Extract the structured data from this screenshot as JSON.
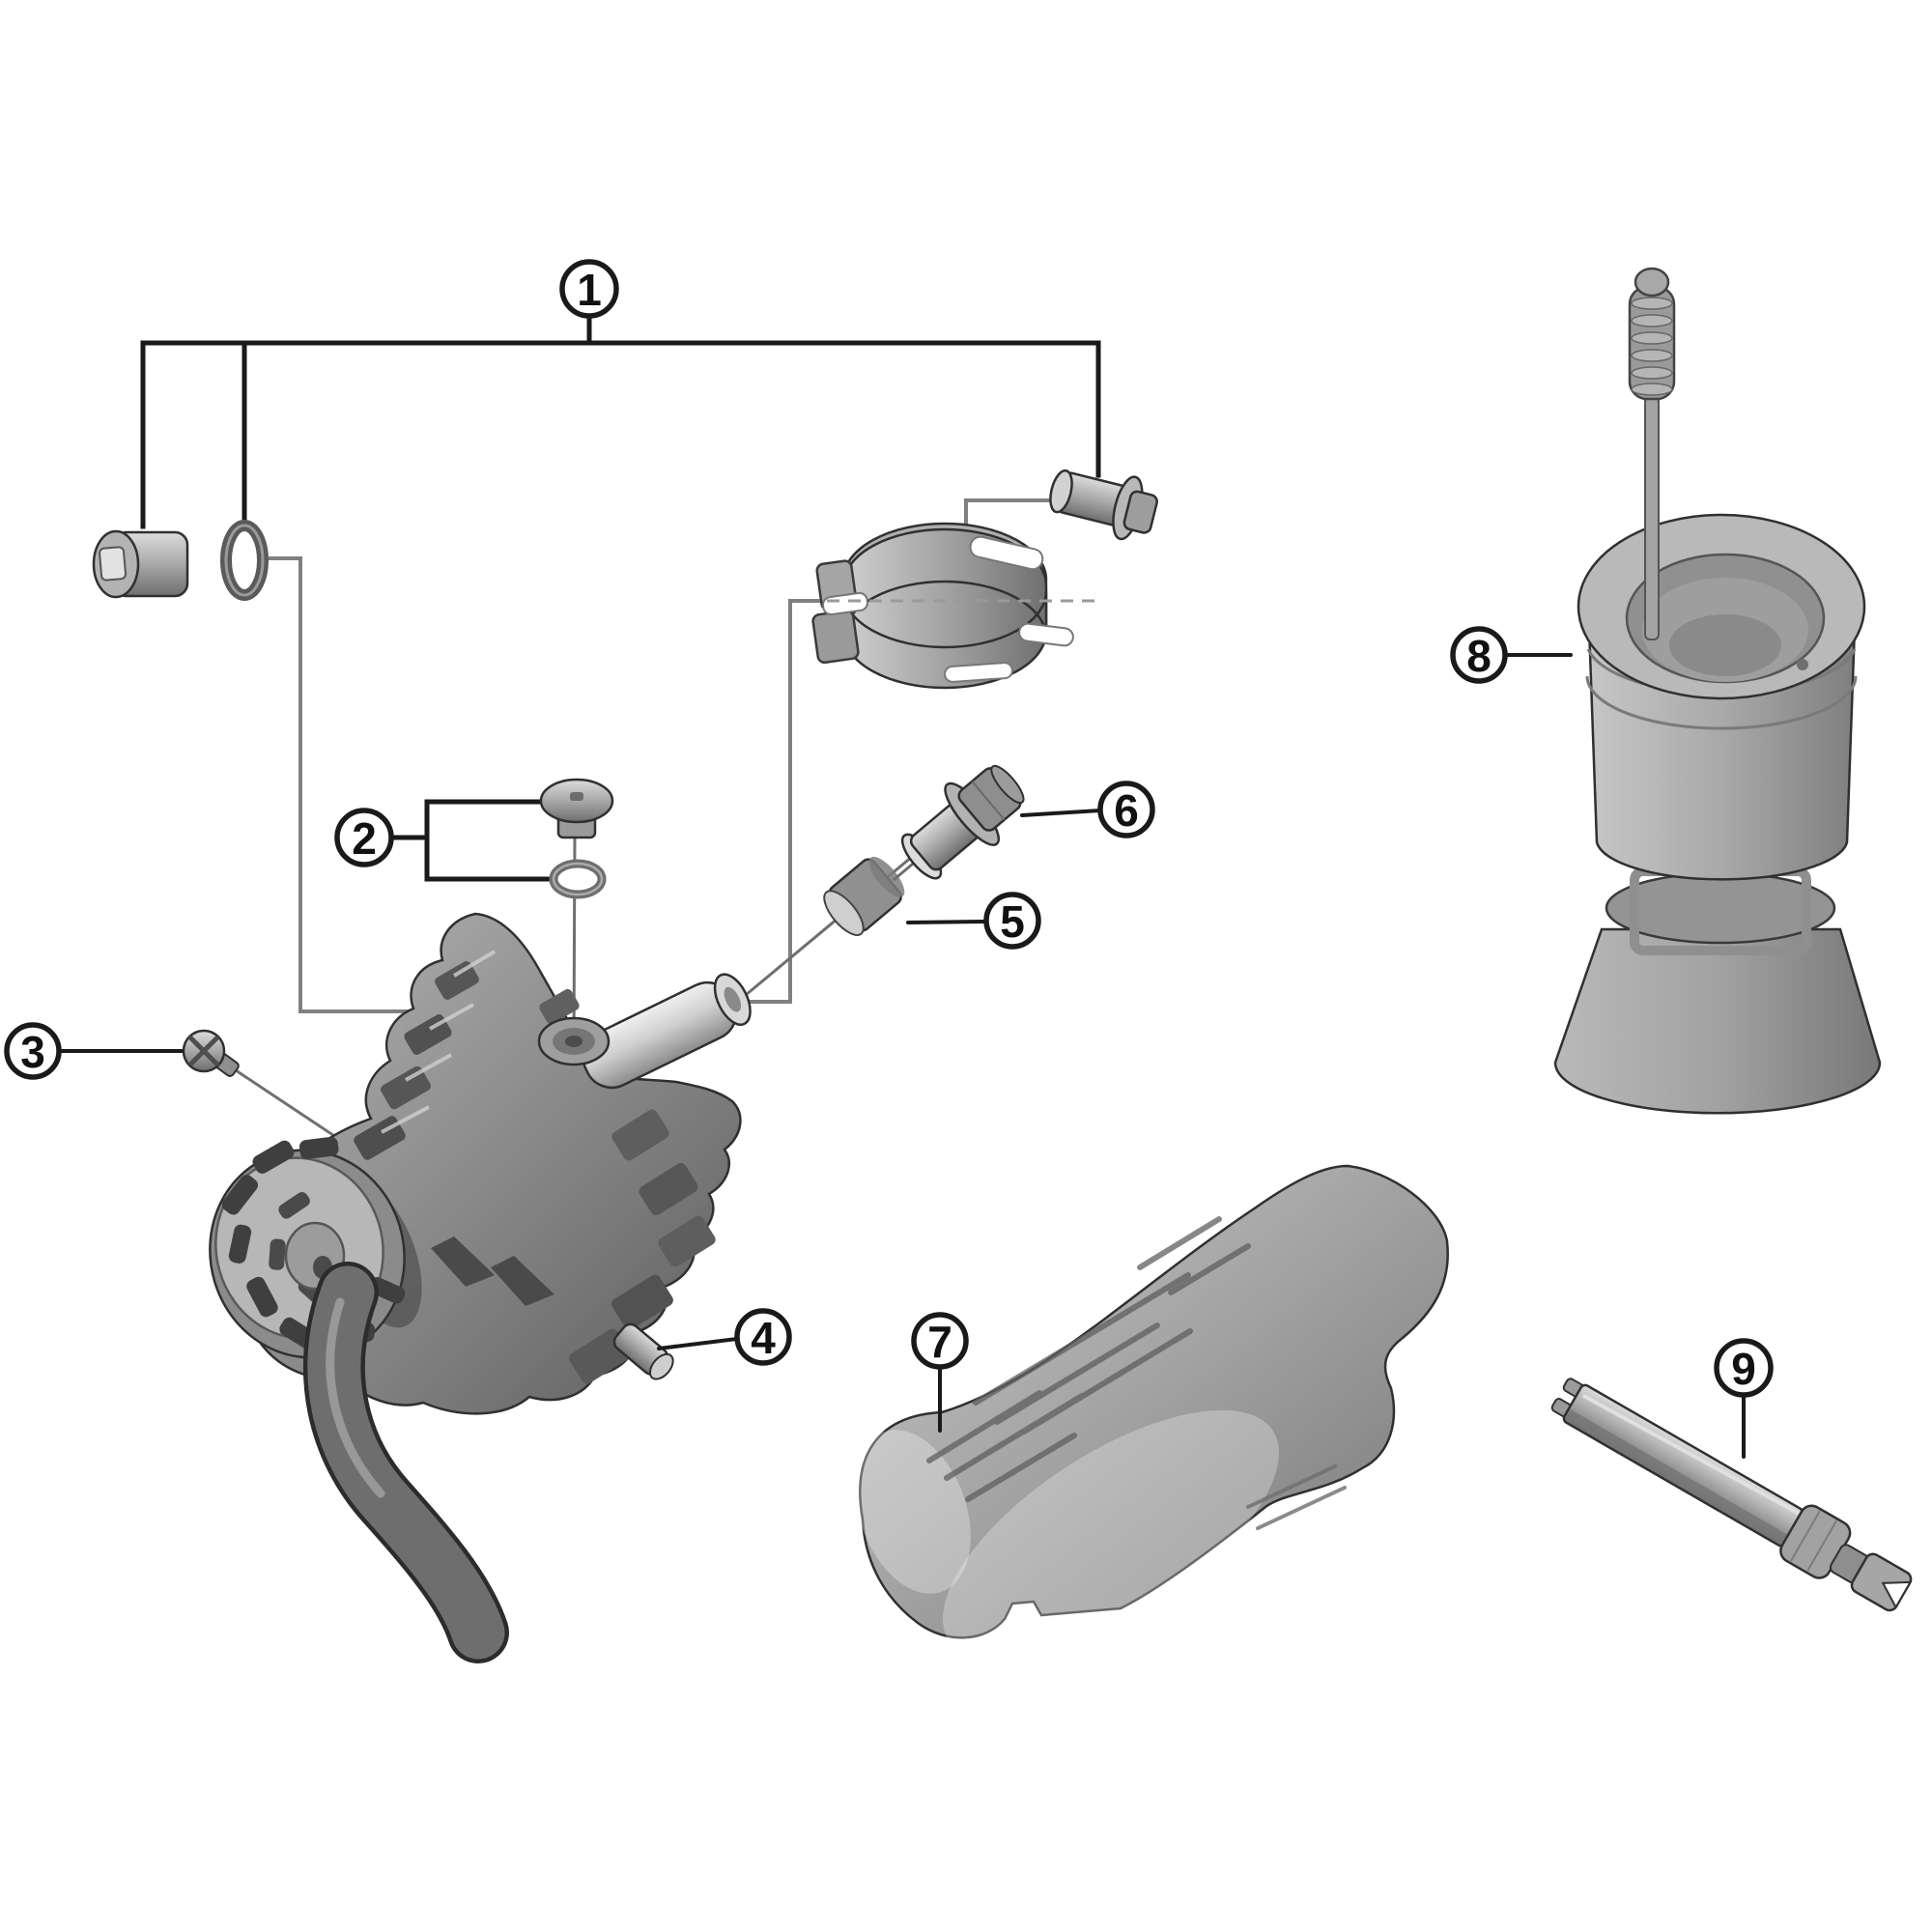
{
  "callouts": [
    {
      "label": "1"
    },
    {
      "label": "2"
    },
    {
      "label": "3"
    },
    {
      "label": "4"
    },
    {
      "label": "5"
    },
    {
      "label": "6"
    },
    {
      "label": "7"
    },
    {
      "label": "8"
    },
    {
      "label": "9"
    }
  ],
  "colors": {
    "background": "#ffffff",
    "outline": "#1a1a1a",
    "leader_grey": "#808080",
    "metal_light": "#d8d8d8",
    "metal_mid": "#9a9a9a",
    "metal_dark": "#5f5f5f"
  }
}
